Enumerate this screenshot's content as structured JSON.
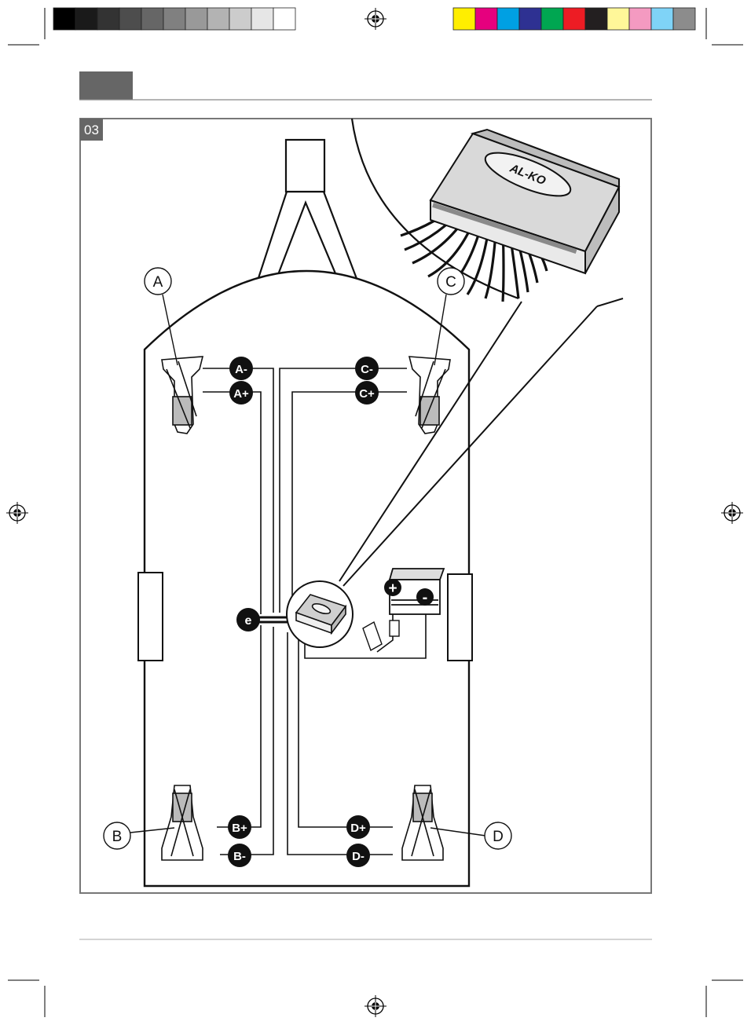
{
  "figure": {
    "label": "03"
  },
  "wheels": {
    "a": "A",
    "b": "B",
    "c": "C",
    "d": "D"
  },
  "wires": {
    "a_minus": "A-",
    "a_plus": "A+",
    "b_plus": "B+",
    "b_minus": "B-",
    "c_minus": "C-",
    "c_plus": "C+",
    "d_plus": "D+",
    "d_minus": "D-",
    "control": "e"
  },
  "battery": {
    "plus": "+",
    "minus": "-"
  },
  "unit": {
    "brand": "AL-KO"
  },
  "colors": {
    "ink": "#111111",
    "frame": "#777777",
    "header_tab": "#666666",
    "color_bar": [
      "#ffee00",
      "#e6007e",
      "#00a0e3",
      "#2e3192",
      "#00a651",
      "#ed1c24",
      "#231f20",
      "#fff799",
      "#f49ac1",
      "#7fd3f7",
      "#8c8c8c"
    ],
    "gray_bar": [
      "#000000",
      "#1a1a1a",
      "#333333",
      "#4d4d4d",
      "#666666",
      "#808080",
      "#999999",
      "#b3b3b3",
      "#cccccc",
      "#e6e6e6",
      "#ffffff"
    ]
  }
}
